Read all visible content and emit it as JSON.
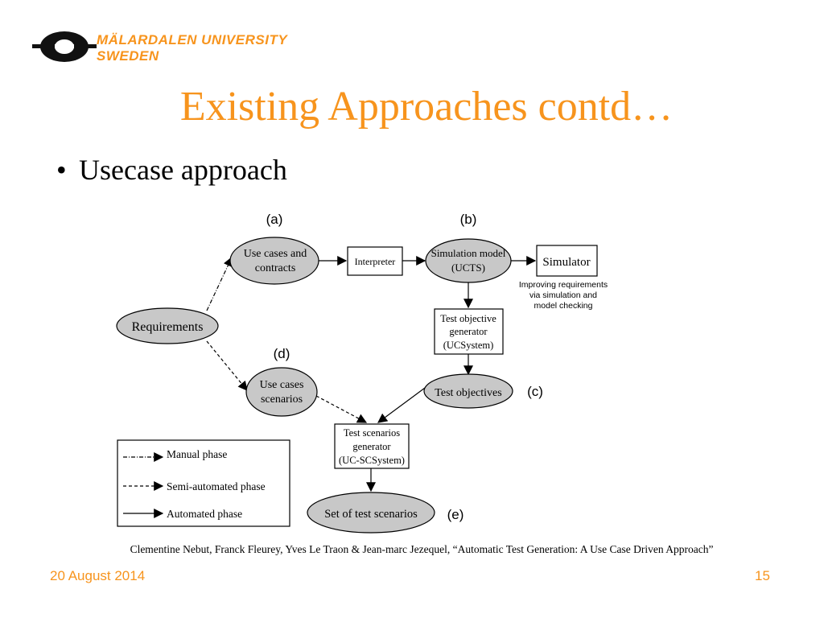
{
  "header": {
    "university_line1": "MÄLARDALEN UNIVERSITY",
    "university_line2": "SWEDEN"
  },
  "title": "Existing Approaches contd…",
  "bullet": "Usecase approach",
  "diagram": {
    "label_a": "(a)",
    "label_b": "(b)",
    "label_c": "(c)",
    "label_d": "(d)",
    "label_e": "(e)",
    "requirements": "Requirements",
    "use_cases_contracts": [
      "Use cases and",
      "contracts"
    ],
    "interpreter": "Interpreter",
    "simulation_model": [
      "Simulation model",
      "(UCTS)"
    ],
    "simulator": "Simulator",
    "improving": [
      "Improving requirements",
      "via simulation and",
      "model checking"
    ],
    "test_objective_generator": [
      "Test objective",
      "generator",
      "(UCSystem)"
    ],
    "use_cases_scenarios": [
      "Use cases",
      "scenarios"
    ],
    "test_objectives": "Test objectives",
    "test_scenarios_generator": [
      "Test scenarios",
      "generator",
      "(UC-SCSystem)"
    ],
    "set_of_test_scenarios": "Set of test scenarios",
    "legend": {
      "manual": "Manual phase",
      "semi": "Semi-automated phase",
      "automated": "Automated phase"
    }
  },
  "citation": "Clementine Nebut, Franck Fleurey, Yves Le Traon & Jean-marc Jezequel, “Automatic Test Generation:  A Use Case Driven  Approach”",
  "footer": {
    "date": "20 August 2014",
    "page": "15"
  },
  "colors": {
    "accent": "#f7941d",
    "node_fill": "#c8c8c8"
  }
}
